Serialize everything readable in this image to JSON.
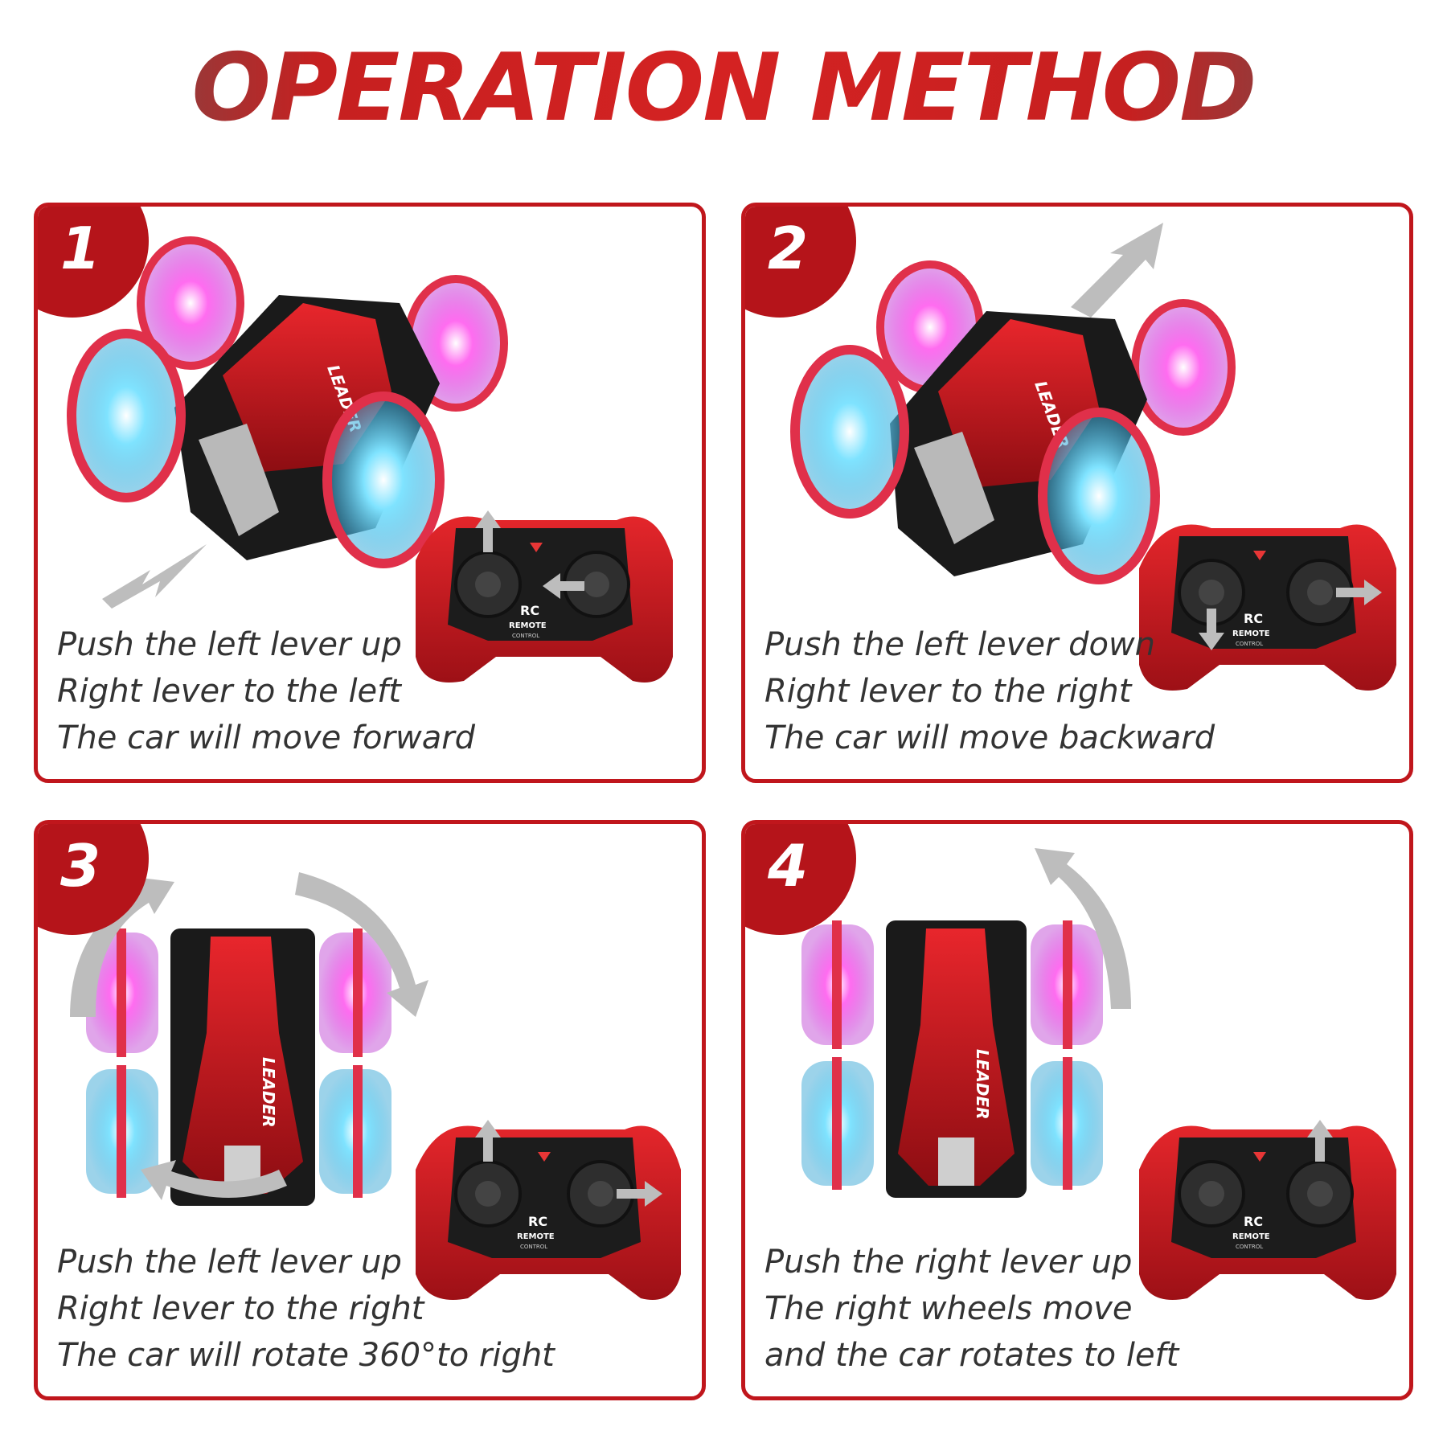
{
  "title": "OPERATION  METHOD",
  "colors": {
    "accent": "#c0161c",
    "badge": "#b5141a",
    "arrow": "#bdbdbd",
    "text": "#333333"
  },
  "panels": [
    {
      "number": "1",
      "lines": [
        "Push the left lever up",
        "Right lever to the left",
        "The car will move forward"
      ]
    },
    {
      "number": "2",
      "lines": [
        "Push the left lever down",
        "Right lever to the right",
        "The car will move backward"
      ]
    },
    {
      "number": "3",
      "lines": [
        "Push the left lever up",
        "Right lever to the right",
        "The car will rotate 360°to right"
      ]
    },
    {
      "number": "4",
      "lines": [
        "Push the right lever up",
        "The right wheels move",
        "and the car rotates to left"
      ]
    }
  ],
  "controller": {
    "logo": "RC",
    "label": "REMOTE",
    "sublabel": "CONTROL"
  },
  "car": {
    "label": "LEADER"
  }
}
